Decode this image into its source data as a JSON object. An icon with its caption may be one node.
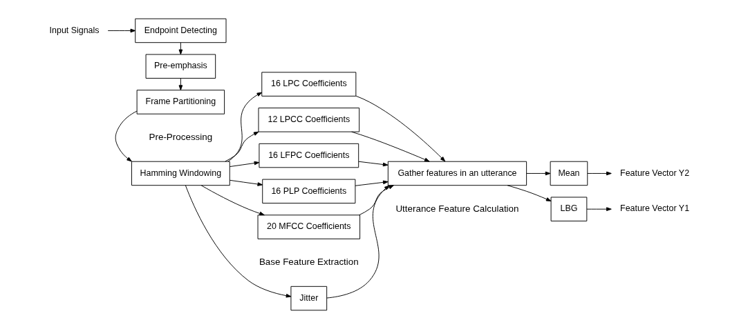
{
  "diagram": {
    "nodes": [
      {
        "text": [
          "Input Signals"
        ]
      },
      {
        "text": [
          "Endpoint Detecting"
        ]
      },
      {
        "text": [
          "Pre-emphasis"
        ]
      },
      {
        "text": [
          "Frame Partitioning"
        ]
      },
      {
        "text": [
          "Hamming Windowing"
        ]
      },
      {
        "text": [
          "16 LPC Coefficients"
        ]
      },
      {
        "text": [
          "12 LPCC Coefficients"
        ]
      },
      {
        "text": [
          "16 LFPC Coefficients"
        ]
      },
      {
        "text": [
          "16 PLP Coefficients"
        ]
      },
      {
        "text": [
          "20 MFCC Coefficients"
        ]
      },
      {
        "text": [
          "Jitter"
        ]
      },
      {
        "text": [
          "Gather features in an utterance"
        ]
      },
      {
        "text": [
          "LBG"
        ]
      },
      {
        "text": [
          "Mean"
        ]
      },
      {
        "text": [
          "Feature Vector Y1"
        ]
      },
      {
        "text": [
          "Feature Vector Y2"
        ]
      }
    ],
    "edges": [
      {
        "from": 0,
        "to": 1,
        "arrow": "to"
      },
      {
        "from": 1,
        "to": 2,
        "arrow": "to"
      },
      {
        "from": 2,
        "to": 3,
        "arrow": "to"
      },
      {
        "from": 3,
        "to": 4,
        "arrow": "to"
      },
      {
        "from": 4,
        "to": 5,
        "arrow": "to"
      },
      {
        "from": 4,
        "to": 6,
        "arrow": "to"
      },
      {
        "from": 4,
        "to": 7,
        "arrow": "to"
      },
      {
        "from": 4,
        "to": 8,
        "arrow": "to"
      },
      {
        "from": 4,
        "to": 9,
        "arrow": "to"
      },
      {
        "from": 4,
        "to": 10,
        "arrow": "to"
      },
      {
        "from": 5,
        "to": 11,
        "arrow": "to"
      },
      {
        "from": 6,
        "to": 11,
        "arrow": "to"
      },
      {
        "from": 7,
        "to": 11,
        "arrow": "to"
      },
      {
        "from": 8,
        "to": 11,
        "arrow": "to"
      },
      {
        "from": 9,
        "to": 11,
        "arrow": "to"
      },
      {
        "from": 10,
        "to": 11,
        "arrow": "to"
      },
      {
        "from": 11,
        "to": 12,
        "arrow": "to"
      },
      {
        "from": 11,
        "to": 13,
        "arrow": "to"
      },
      {
        "from": 12,
        "to": 14,
        "arrow": "to"
      },
      {
        "from": 13,
        "to": 15,
        "arrow": "to"
      }
    ],
    "labels": [
      "Pre-Processing",
      "Base Feature Extraction",
      "Utterance Feature Calculation"
    ]
  }
}
